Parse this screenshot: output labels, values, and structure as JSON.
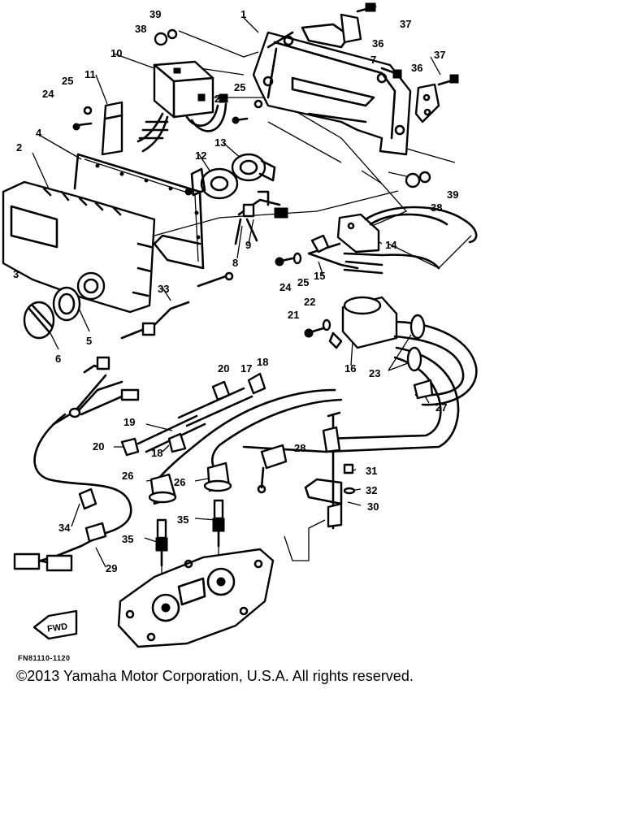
{
  "figure_code": "FN81110-1120",
  "copyright": "©2013 Yamaha Motor Corporation, U.S.A. All rights reserved.",
  "badge_text": "FWD",
  "callouts": [
    {
      "id": "1",
      "text": "1"
    },
    {
      "id": "2",
      "text": "2"
    },
    {
      "id": "3",
      "text": "3"
    },
    {
      "id": "4",
      "text": "4"
    },
    {
      "id": "5",
      "text": "5"
    },
    {
      "id": "6",
      "text": "6"
    },
    {
      "id": "7",
      "text": "7"
    },
    {
      "id": "8",
      "text": "8"
    },
    {
      "id": "9",
      "text": "9"
    },
    {
      "id": "10",
      "text": "10"
    },
    {
      "id": "11",
      "text": "11"
    },
    {
      "id": "12",
      "text": "12"
    },
    {
      "id": "13",
      "text": "13"
    },
    {
      "id": "14",
      "text": "14"
    },
    {
      "id": "15",
      "text": "15"
    },
    {
      "id": "16",
      "text": "16"
    },
    {
      "id": "17",
      "text": "17"
    },
    {
      "id": "18a",
      "text": "18"
    },
    {
      "id": "18b",
      "text": "18"
    },
    {
      "id": "19",
      "text": "19"
    },
    {
      "id": "20a",
      "text": "20"
    },
    {
      "id": "20b",
      "text": "20"
    },
    {
      "id": "21",
      "text": "21"
    },
    {
      "id": "22",
      "text": "22"
    },
    {
      "id": "23",
      "text": "23"
    },
    {
      "id": "24a",
      "text": "24"
    },
    {
      "id": "24b",
      "text": "24"
    },
    {
      "id": "24c",
      "text": "24"
    },
    {
      "id": "25a",
      "text": "25"
    },
    {
      "id": "25b",
      "text": "25"
    },
    {
      "id": "25c",
      "text": "25"
    },
    {
      "id": "26a",
      "text": "26"
    },
    {
      "id": "26b",
      "text": "26"
    },
    {
      "id": "27",
      "text": "27"
    },
    {
      "id": "28",
      "text": "28"
    },
    {
      "id": "29",
      "text": "29"
    },
    {
      "id": "30",
      "text": "30"
    },
    {
      "id": "31",
      "text": "31"
    },
    {
      "id": "32",
      "text": "32"
    },
    {
      "id": "33",
      "text": "33"
    },
    {
      "id": "34",
      "text": "34"
    },
    {
      "id": "35a",
      "text": "35"
    },
    {
      "id": "35b",
      "text": "35"
    },
    {
      "id": "36a",
      "text": "36"
    },
    {
      "id": "36b",
      "text": "36"
    },
    {
      "id": "37a",
      "text": "37"
    },
    {
      "id": "37b",
      "text": "37"
    },
    {
      "id": "38a",
      "text": "38"
    },
    {
      "id": "38b",
      "text": "38"
    },
    {
      "id": "39a",
      "text": "39"
    },
    {
      "id": "39b",
      "text": "39"
    }
  ]
}
